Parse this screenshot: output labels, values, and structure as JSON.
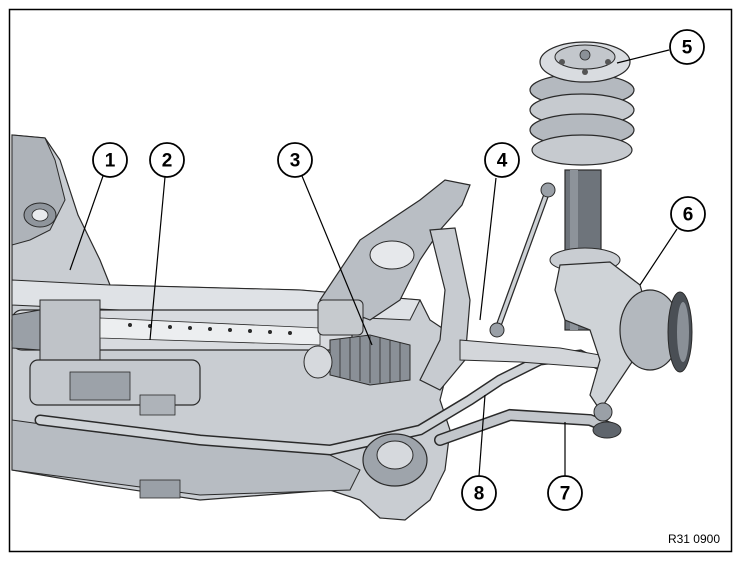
{
  "diagram": {
    "subject": "front-axle-subframe-assembly",
    "reference_code": "R31 0900",
    "callouts": [
      {
        "number": "1",
        "part": "subframe"
      },
      {
        "number": "2",
        "part": "steering-rack"
      },
      {
        "number": "3",
        "part": "steering-boot"
      },
      {
        "number": "4",
        "part": "stabilizer-link"
      },
      {
        "number": "5",
        "part": "spring-strut"
      },
      {
        "number": "6",
        "part": "wheel-carrier"
      },
      {
        "number": "7",
        "part": "tension-strut"
      },
      {
        "number": "8",
        "part": "stabilizer-bar"
      }
    ]
  }
}
